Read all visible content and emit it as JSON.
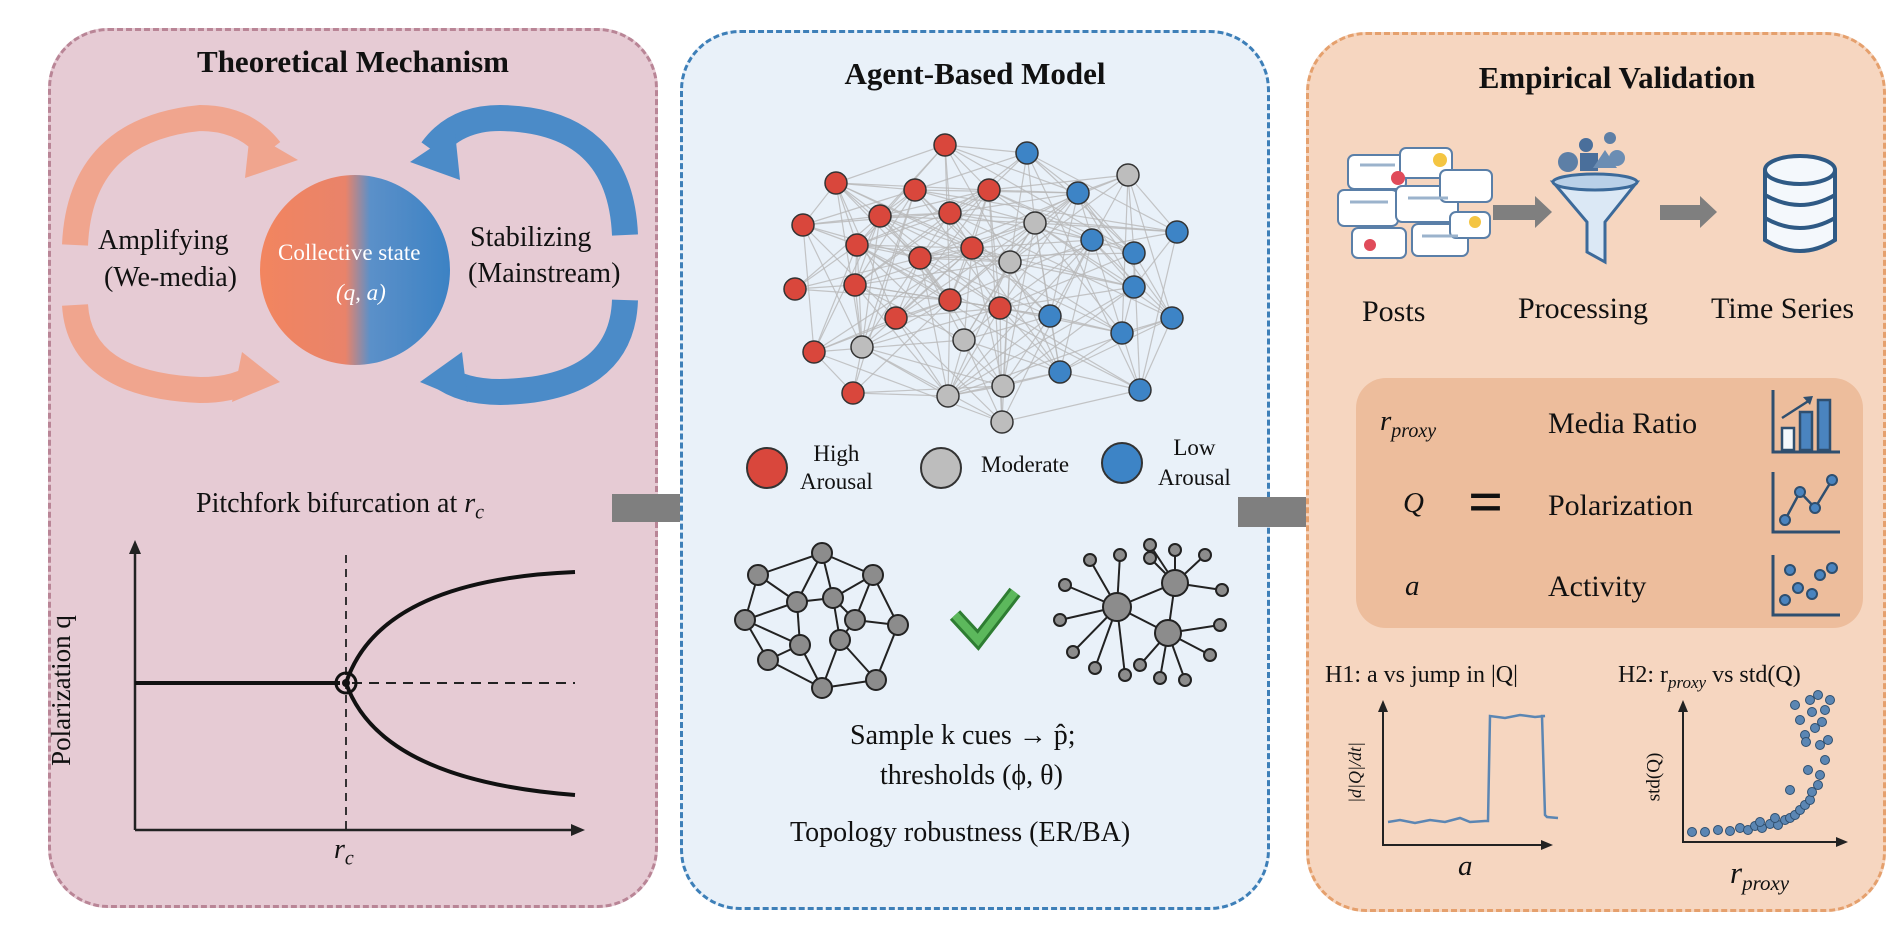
{
  "panels": {
    "theory": {
      "title": "Theoretical Mechanism",
      "amplifying_label": "Amplifying",
      "amplifying_sub": "(We-media)",
      "stabilizing_label": "Stabilizing",
      "stabilizing_sub": "(Mainstream)",
      "collective_label": "Collective state",
      "collective_vars": "(q, a)",
      "pitchfork_label": "Pitchfork bifurcation at",
      "pitchfork_sym": "r",
      "pitchfork_sub": "c",
      "plot_ylabel": "Polarization q",
      "plot_xlabel": "r",
      "plot_xlabel_sub": "c"
    },
    "abm": {
      "title": "Agent-Based Model",
      "legend_high_1": "High",
      "legend_high_2": "Arousal",
      "legend_moderate": "Moderate",
      "legend_low_1": "Low",
      "legend_low_2": "Arousal",
      "sample_line": "Sample k cues  → p̂;",
      "threshold_line": "thresholds (ϕ, θ)",
      "topology_line": "Topology robustness (ER/BA)"
    },
    "empirical": {
      "title": "Empirical Validation",
      "pipeline": [
        "Posts",
        "Processing",
        "Time Series"
      ],
      "vars": [
        {
          "sym": "r",
          "sub": "proxy",
          "name": "Media Ratio",
          "icon": "bar-chart-icon"
        },
        {
          "sym": "Q",
          "sub": "",
          "name": "Polarization",
          "icon": "line-chart-icon"
        },
        {
          "sym": "a",
          "sub": "",
          "name": "Activity",
          "icon": "scatter-chart-icon"
        }
      ],
      "equals": "=",
      "h1_title": "H1: a vs jump in |Q|",
      "h1_ylabel": "|d|Q|/dt|",
      "h1_xlabel": "a",
      "h2_title": "H2: r",
      "h2_title_sub": "proxy",
      "h2_title_rest": " vs std(Q)",
      "h2_ylabel": "std(Q)",
      "h2_xlabel": "r",
      "h2_xlabel_sub": "proxy"
    }
  },
  "colors": {
    "theory_bg": "#e6cbd4",
    "theory_border": "#b98596",
    "abm_bg": "#e9f1f9",
    "abm_border": "#3d7fb8",
    "emp_bg": "#f6d6c0",
    "emp_border": "#e5a06d",
    "amplify": "#f0a58e",
    "stabilize": "#4b8bc8",
    "node_high": "#d9473c",
    "node_mod": "#bdbdbd",
    "node_low": "#3d84c6"
  }
}
